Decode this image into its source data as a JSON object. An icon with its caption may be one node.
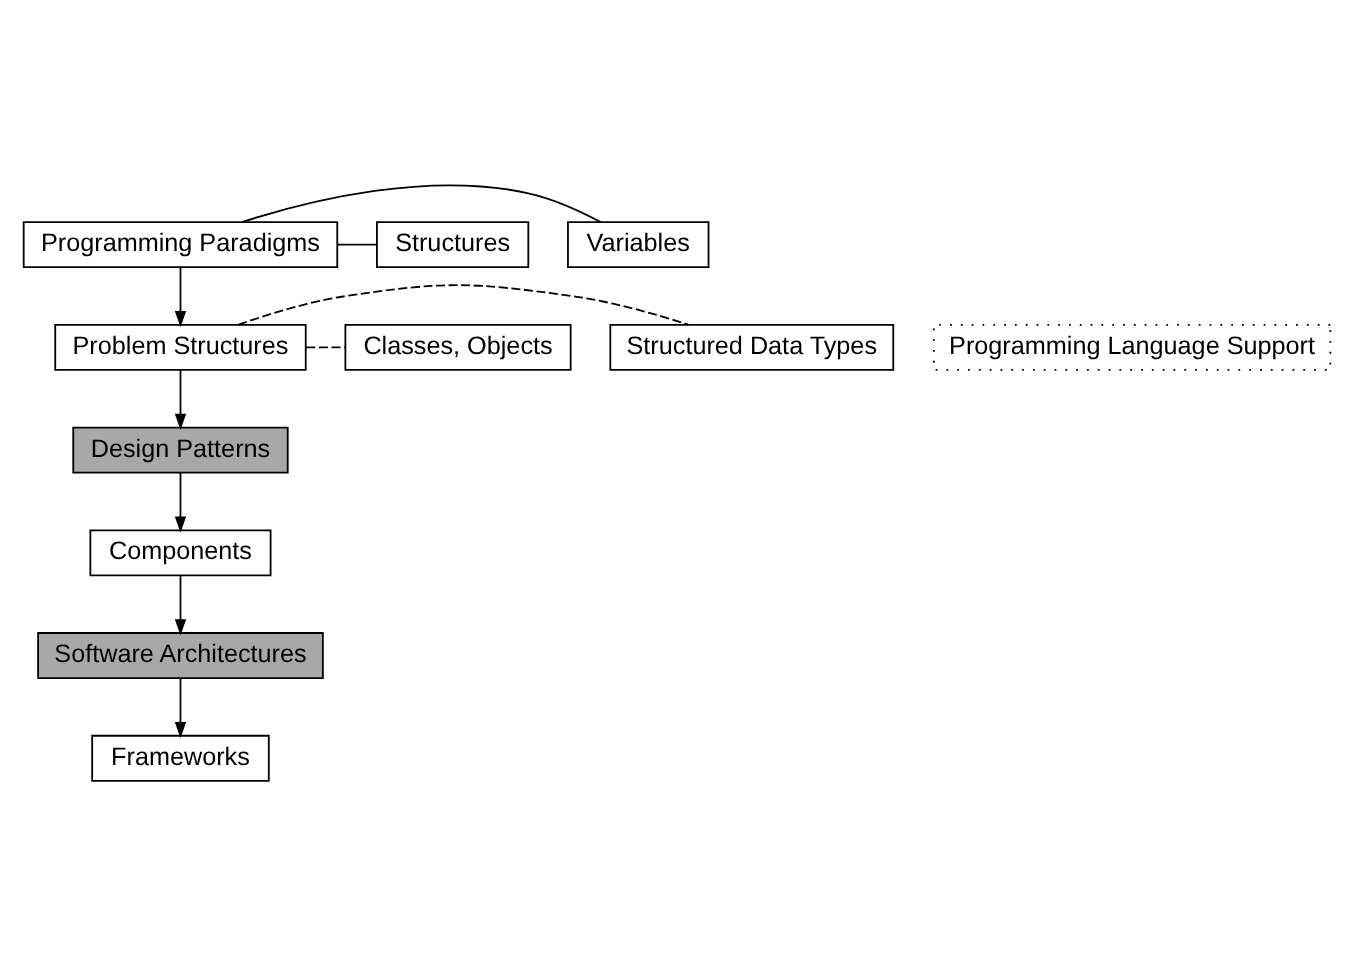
{
  "diagram": {
    "nodes": [
      {
        "text": [
          "Programming Paradigms"
        ]
      },
      {
        "text": [
          "Variables"
        ]
      },
      {
        "text": [
          "Structures"
        ]
      },
      {
        "text": [
          "Problem Structures"
        ]
      },
      {
        "text": [
          "Structured Data Types"
        ]
      },
      {
        "text": [
          "Classes, Objects"
        ]
      },
      {
        "text": [
          "Programming Language Support"
        ]
      },
      {
        "text": [
          "Design Patterns"
        ]
      },
      {
        "text": [
          "Components"
        ]
      },
      {
        "text": [
          "Software Architectures"
        ]
      },
      {
        "text": [
          "Frameworks"
        ]
      }
    ],
    "edges": [
      {
        "from": 0,
        "to": 1,
        "arrow": "none"
      },
      {
        "from": 0,
        "to": 2,
        "arrow": "none"
      },
      {
        "from": 0,
        "to": 3,
        "arrow": "to"
      },
      {
        "from": 3,
        "to": 4,
        "arrow": "none",
        "style": "dashed"
      },
      {
        "from": 3,
        "to": 5,
        "arrow": "none",
        "style": "dashed"
      },
      {
        "from": 3,
        "to": 7,
        "arrow": "to"
      },
      {
        "from": 7,
        "to": 8,
        "arrow": "to"
      },
      {
        "from": 8,
        "to": 9,
        "arrow": "to"
      },
      {
        "from": 9,
        "to": 10,
        "arrow": "to"
      }
    ]
  }
}
